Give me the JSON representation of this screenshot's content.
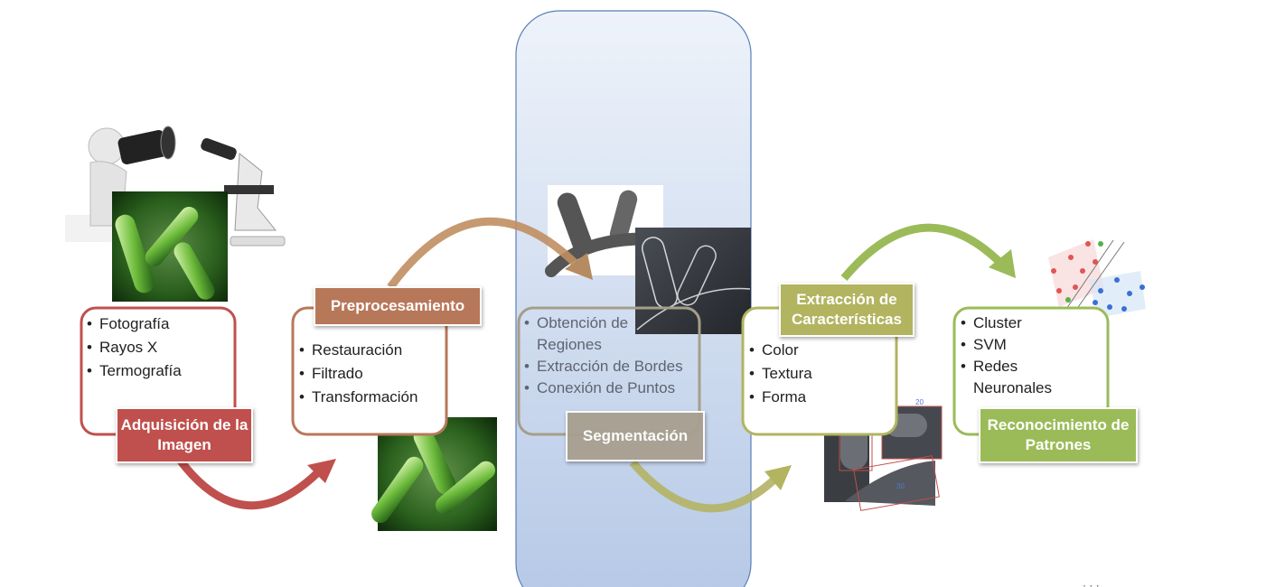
{
  "stages": [
    {
      "title": "Adquisición de la Imagen",
      "items": [
        "Fotografía",
        "Rayos X",
        "Termografía"
      ],
      "color": "#c0504d"
    },
    {
      "title": "Preprocesamiento",
      "items": [
        "Restauración",
        "Filtrado",
        "Transformación"
      ],
      "color": "#b7785a"
    },
    {
      "title": "Segmentación",
      "items": [
        "Obtención de Regiones",
        "Extracción de Bordes",
        "Conexión de Puntos"
      ],
      "color": "#a09c8c"
    },
    {
      "title": "Extracción de Características",
      "items": [
        "Color",
        "Textura",
        "Forma"
      ],
      "color": "#b2b460"
    },
    {
      "title": "Reconocimiento de Patrones",
      "items": [
        "Cluster",
        "SVM",
        "Redes Neuronales"
      ],
      "color": "#9bbb59"
    }
  ],
  "bbox_labels": [
    "30",
    "20",
    "30"
  ],
  "highlight_color": "#b8cce4"
}
